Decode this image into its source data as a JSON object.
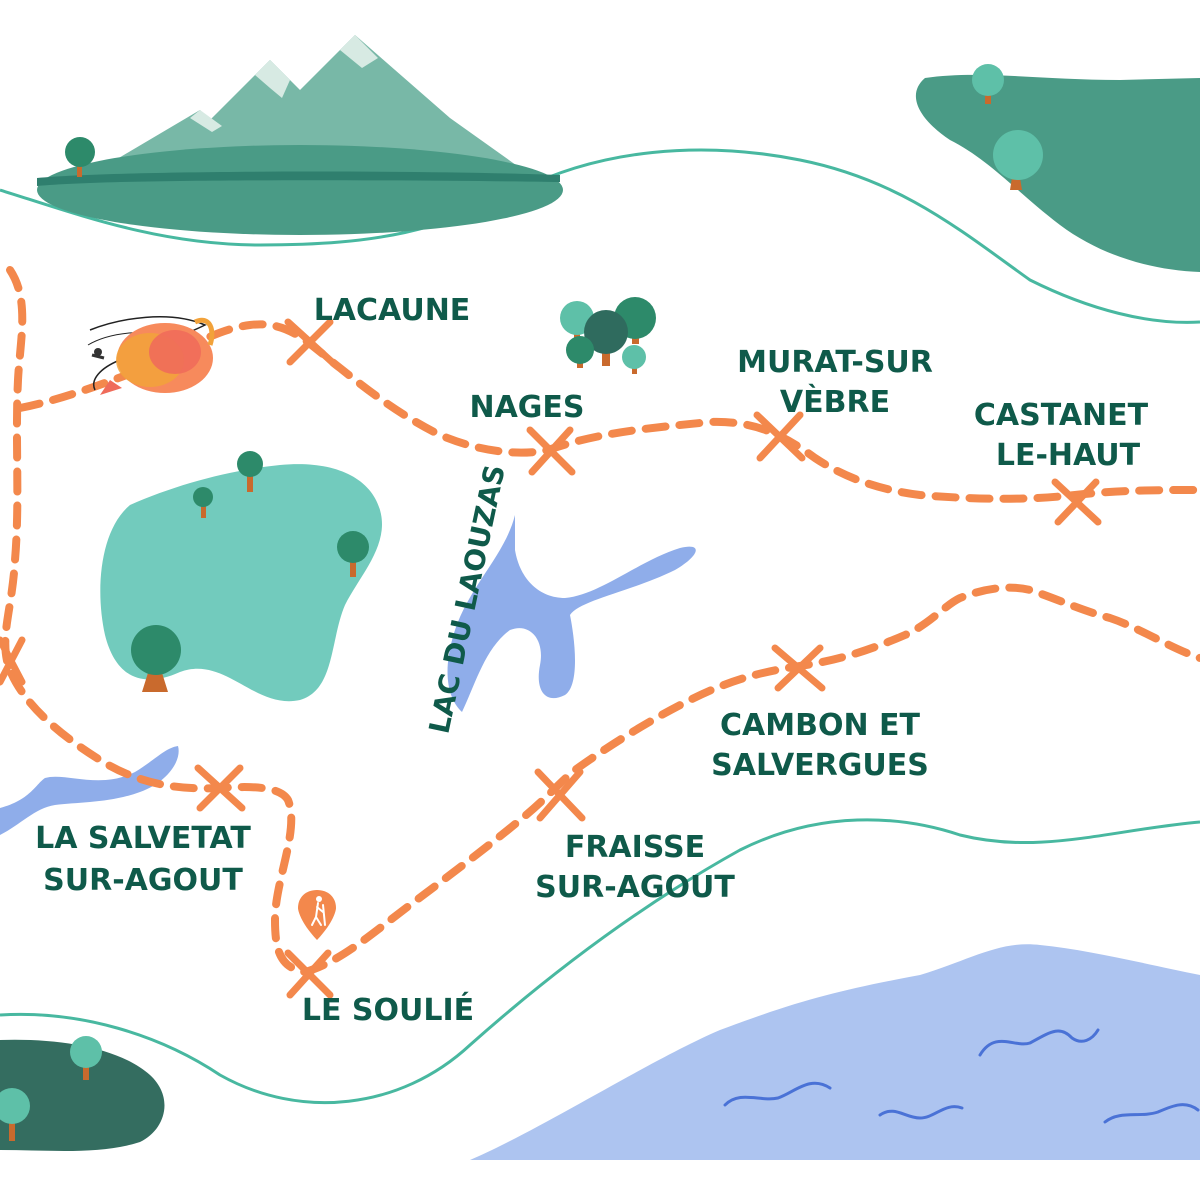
{
  "map": {
    "colors": {
      "label": "#0f5a4a",
      "route": "#f3884c",
      "marker": "#f3884c",
      "water": "#8fadea",
      "sea": "#adc4f0",
      "forest_dark": "#4a9b86",
      "forest_light": "#72cbbd",
      "border_line": "#48b8a0"
    },
    "places": {
      "lacaune": "LACAUNE",
      "nages": "NAGES",
      "murat_line1": "MURAT-SUR",
      "murat_line2": "VÈBRE",
      "castanet_line1": "CASTANET",
      "castanet_line2": "LE-HAUT",
      "cambon_line1": "CAMBON ET",
      "cambon_line2": "SALVERGUES",
      "fraisse_line1": "FRAISSE",
      "fraisse_line2": "SUR-AGOUT",
      "salvetat_line1": "LA SALVETAT",
      "salvetat_line2": "SUR-AGOUT",
      "le_soulie": "LE SOULIÉ"
    },
    "lake_label": "LAC DU LAOUZAS",
    "icons": [
      "mountain-icon",
      "tree-icon",
      "hiker-pin-icon",
      "balloon-fish-icon",
      "x-marker-icon",
      "wave-icon"
    ]
  }
}
